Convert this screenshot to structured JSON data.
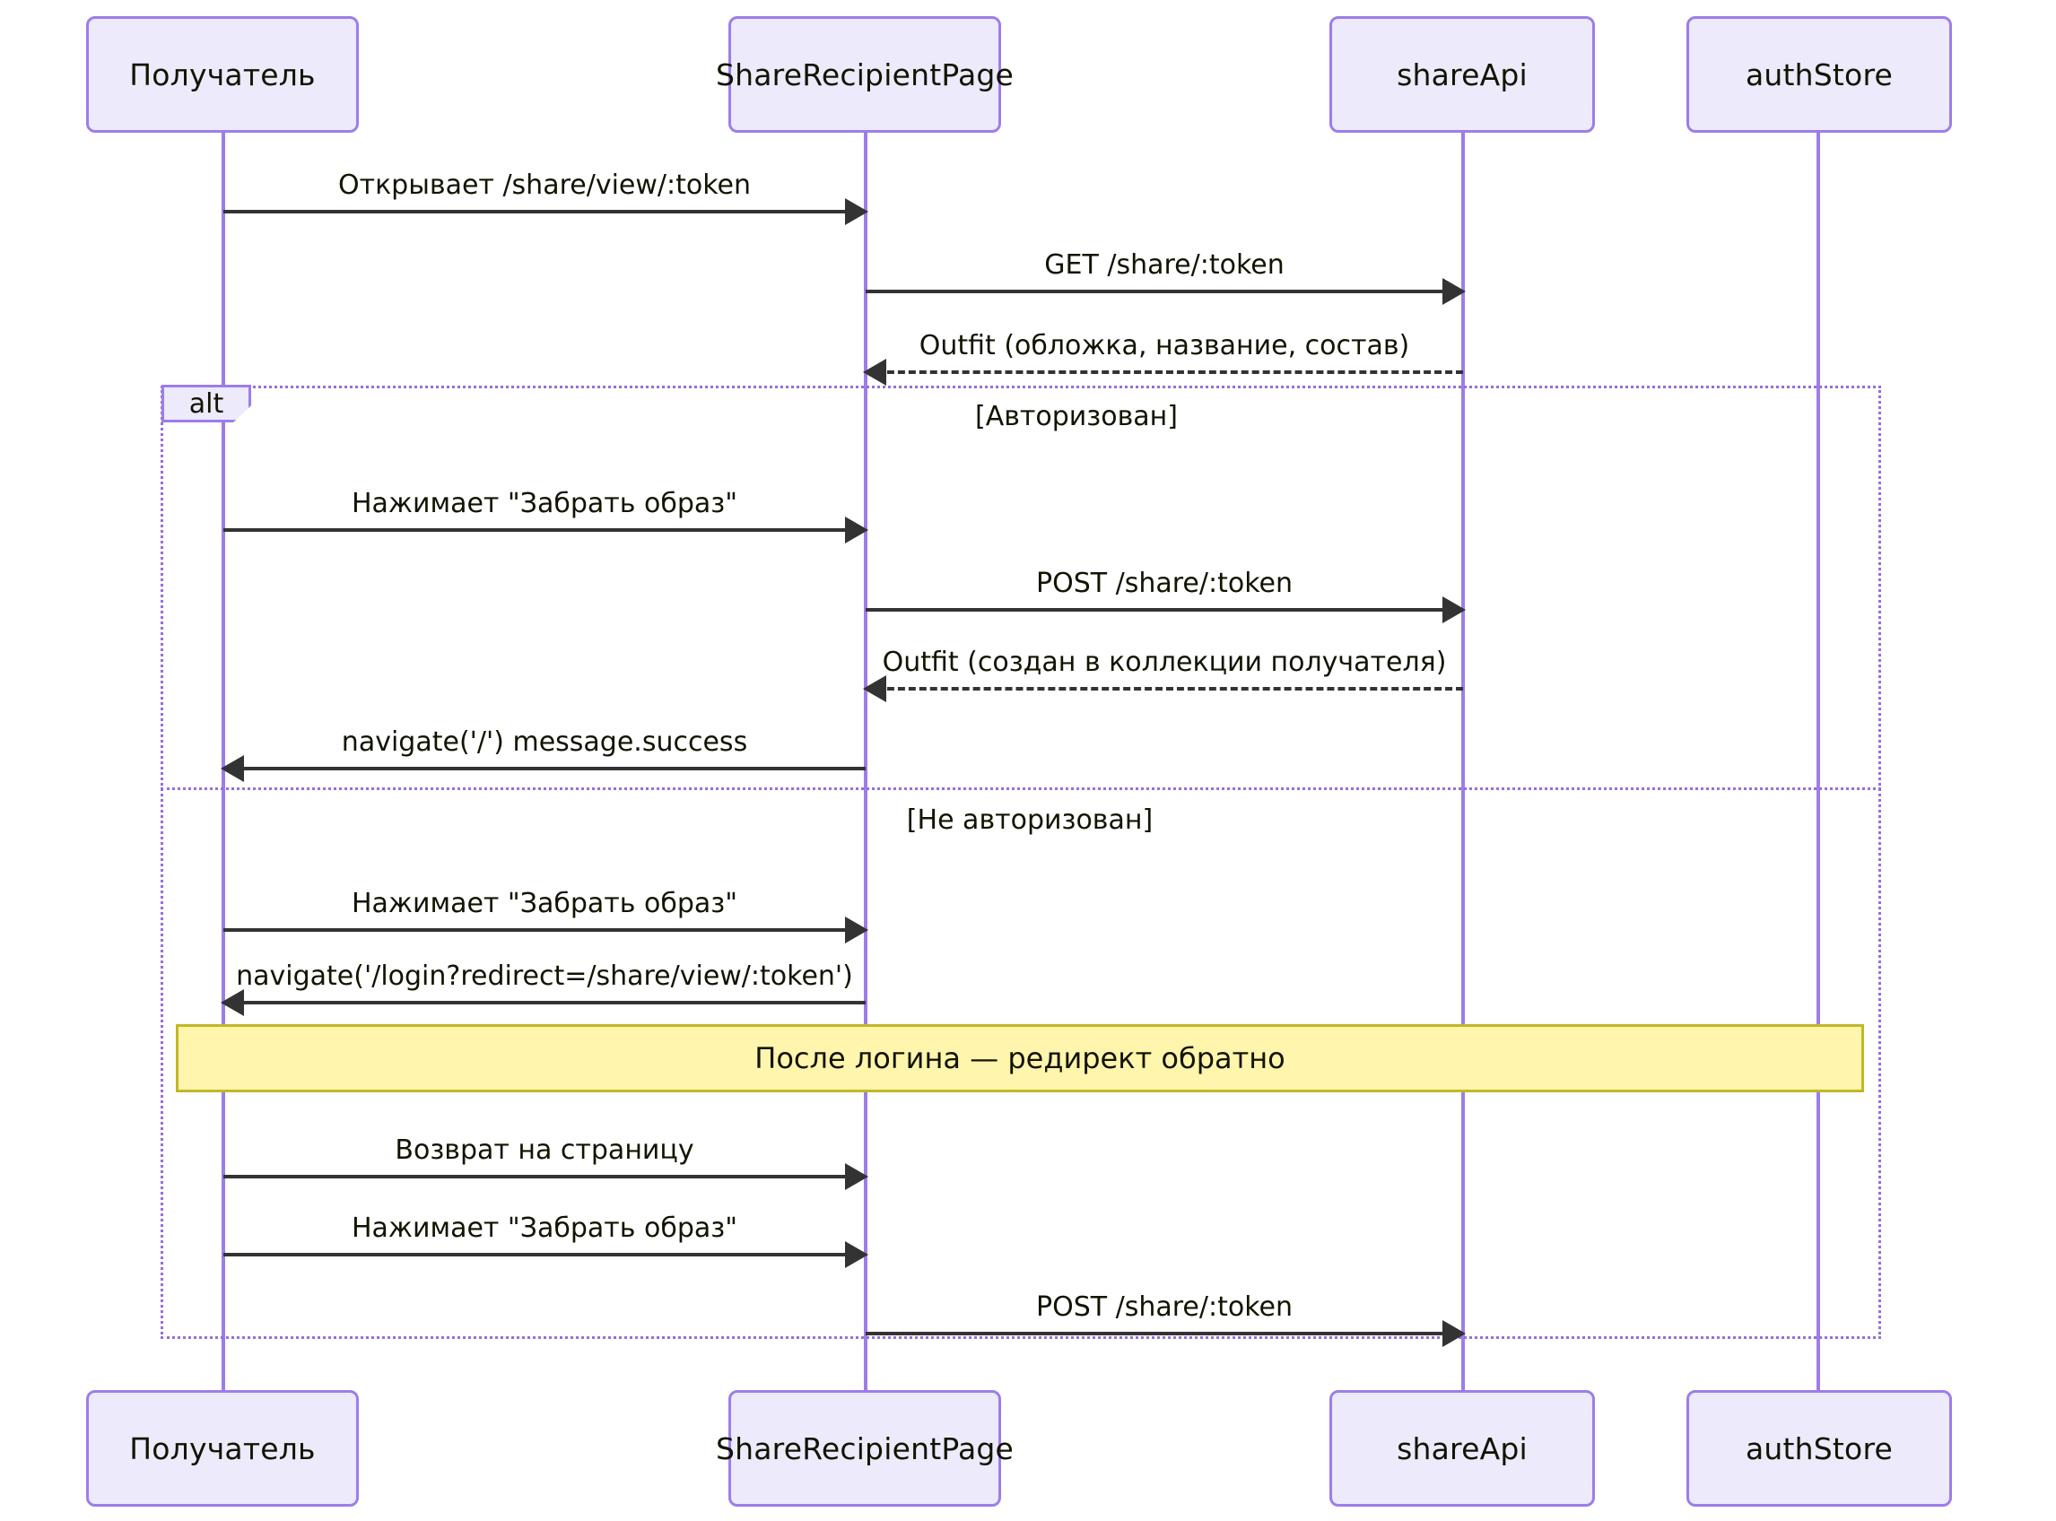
{
  "diagram": {
    "type": "sequence",
    "title": "ShareRecipientPage sequence",
    "colors": {
      "participant_fill": "#ECEAFB",
      "participant_stroke": "#9D7DEA",
      "lifeline": "#9D7DEA",
      "message": "#333333",
      "fragment_stroke": "#9370DB",
      "note_fill": "#FFF5AD",
      "note_stroke": "#C2B824",
      "text": "#131300"
    }
  },
  "participants": [
    {
      "id": "recipient",
      "label": "Получатель"
    },
    {
      "id": "page",
      "label": "ShareRecipientPage"
    },
    {
      "id": "shareApi",
      "label": "shareApi"
    },
    {
      "id": "authStore",
      "label": "authStore"
    }
  ],
  "fragment": {
    "kind_label": "alt",
    "branches": [
      {
        "condition": "[Авторизован]"
      },
      {
        "condition": "[Не авторизован]"
      }
    ]
  },
  "note": {
    "text": "После логина — редирект обратно"
  },
  "messages": [
    {
      "id": "m1",
      "from": "recipient",
      "to": "page",
      "label": "Открывает /share/view/:token",
      "style": "solid",
      "direction": "right"
    },
    {
      "id": "m2",
      "from": "page",
      "to": "shareApi",
      "label": "GET /share/:token",
      "style": "solid",
      "direction": "right"
    },
    {
      "id": "m3",
      "from": "shareApi",
      "to": "page",
      "label": "Outfit (обложка, название, состав)",
      "style": "dashed",
      "direction": "left"
    },
    {
      "id": "m4",
      "from": "recipient",
      "to": "page",
      "label": "Нажимает \"Забрать образ\"",
      "style": "solid",
      "direction": "right"
    },
    {
      "id": "m5",
      "from": "page",
      "to": "shareApi",
      "label": "POST /share/:token",
      "style": "solid",
      "direction": "right"
    },
    {
      "id": "m6",
      "from": "shareApi",
      "to": "page",
      "label": "Outfit (создан в коллекции получателя)",
      "style": "dashed",
      "direction": "left"
    },
    {
      "id": "m7",
      "from": "page",
      "to": "recipient",
      "label": "navigate('/') message.success",
      "style": "solid",
      "direction": "left"
    },
    {
      "id": "m8",
      "from": "recipient",
      "to": "page",
      "label": "Нажимает \"Забрать образ\"",
      "style": "solid",
      "direction": "right"
    },
    {
      "id": "m9",
      "from": "page",
      "to": "recipient",
      "label": "navigate('/login?redirect=/share/view/:token')",
      "style": "solid",
      "direction": "left"
    },
    {
      "id": "m10",
      "from": "recipient",
      "to": "page",
      "label": "Возврат на страницу",
      "style": "solid",
      "direction": "right"
    },
    {
      "id": "m11",
      "from": "recipient",
      "to": "page",
      "label": "Нажимает \"Забрать образ\"",
      "style": "solid",
      "direction": "right"
    },
    {
      "id": "m12",
      "from": "page",
      "to": "shareApi",
      "label": "POST /share/:token",
      "style": "solid",
      "direction": "right"
    }
  ]
}
